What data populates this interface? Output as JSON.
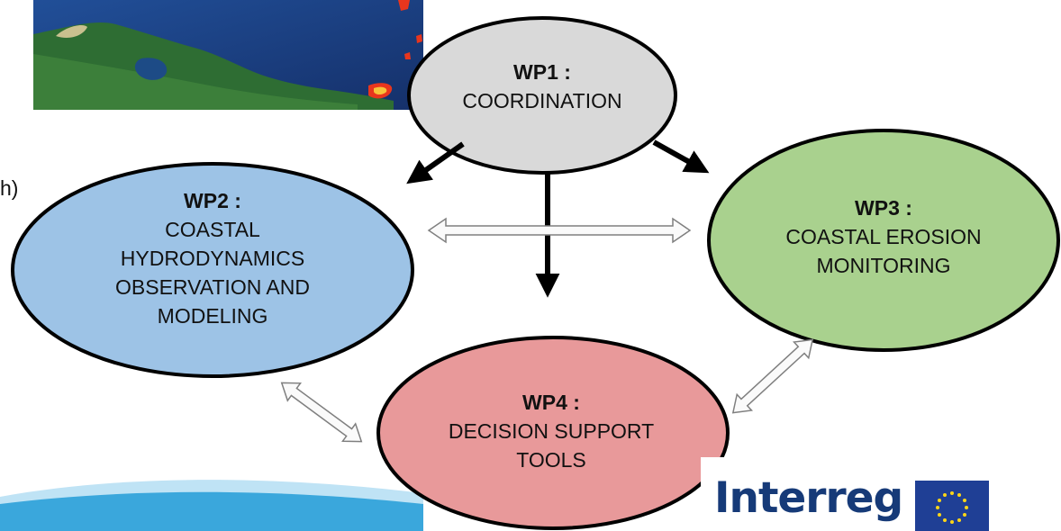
{
  "nodes": {
    "wp1": {
      "id": "WP1 :",
      "lines": [
        "COORDINATION"
      ],
      "fill": "#d9d9d9"
    },
    "wp2": {
      "id": "WP2 :",
      "lines": [
        "COASTAL",
        "HYDRODYNAMICS",
        "OBSERVATION AND",
        "MODELING"
      ],
      "fill": "#9dc3e6"
    },
    "wp3": {
      "id": "WP3 :",
      "lines": [
        "COASTAL EROSION",
        "MONITORING"
      ],
      "fill": "#a9d18e"
    },
    "wp4": {
      "id": "WP4 :",
      "lines": [
        "DECISION SUPPORT",
        "TOOLS"
      ],
      "fill": "#e8999a"
    }
  },
  "left_edge_fragment": "h)",
  "logo": {
    "text": "Interreg",
    "color": "#163a78",
    "flag_color": "#1f3f95"
  },
  "colors": {
    "arrow": "#000000",
    "double_arrow": "#7f7f7f",
    "outline": "#000000"
  },
  "map": {
    "sea": "#1a3d80",
    "land": "#2f6a32",
    "highlight": "#e8361d"
  }
}
